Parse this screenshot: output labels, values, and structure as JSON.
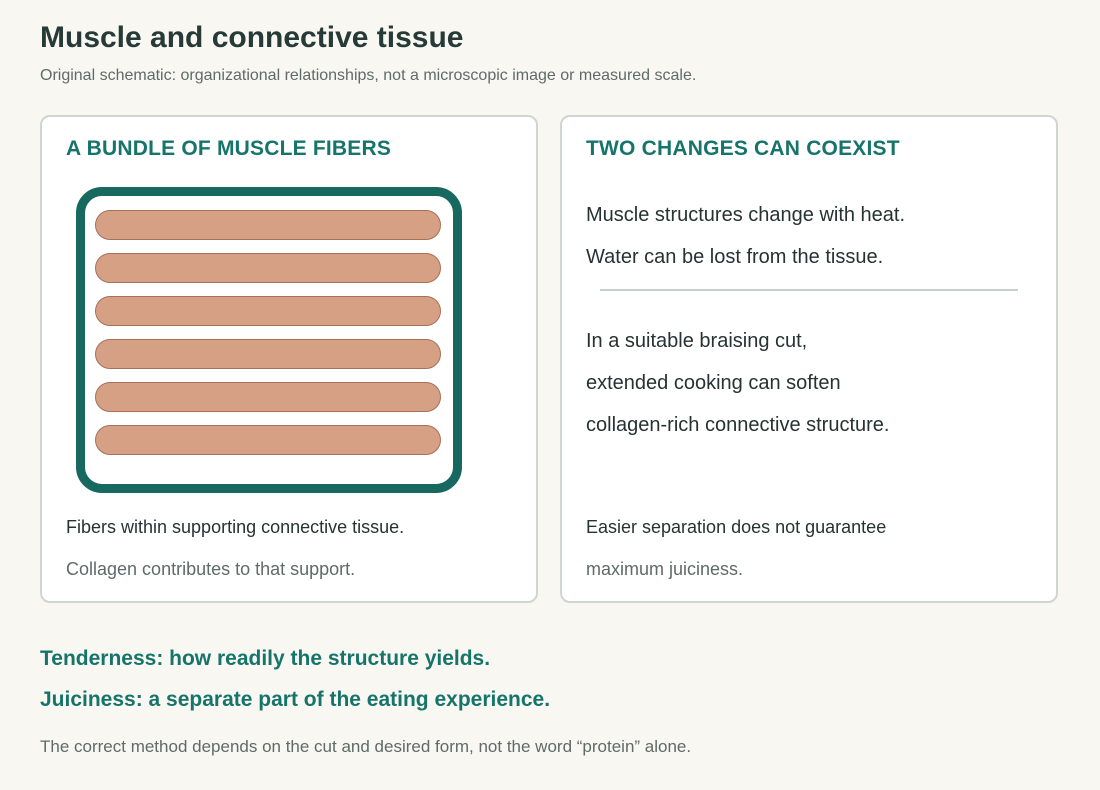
{
  "title": "Muscle and connective tissue",
  "subtitle": "Original schematic: organizational relationships, not a microscopic image or measured scale.",
  "left_panel": {
    "heading": "A BUNDLE OF MUSCLE FIBERS",
    "fiber_count": 6,
    "caption": "Fibers within supporting connective tissue.",
    "subcaption": "Collagen contributes to that support."
  },
  "right_panel": {
    "heading": "TWO CHANGES CAN COEXIST",
    "lines_top": [
      "Muscle structures change with heat.",
      "Water can be lost from the tissue."
    ],
    "lines_bottom": [
      "In a suitable braising cut,",
      "extended cooking can soften",
      "collagen-rich connective structure."
    ],
    "note": "Easier separation does not guarantee",
    "note_sub": "maximum juiciness."
  },
  "definitions": {
    "tenderness": "Tenderness: how readily the structure yields.",
    "juiciness": "Juiciness: a separate part of the eating experience."
  },
  "footnote": "The correct method depends on the cut and desired form, not the word “protein” alone.",
  "colors": {
    "accent": "#16746a",
    "bundle_border": "#17695f",
    "fiber_fill": "#d6a085",
    "fiber_stroke": "#a86f5a",
    "background": "#f8f7f2"
  }
}
